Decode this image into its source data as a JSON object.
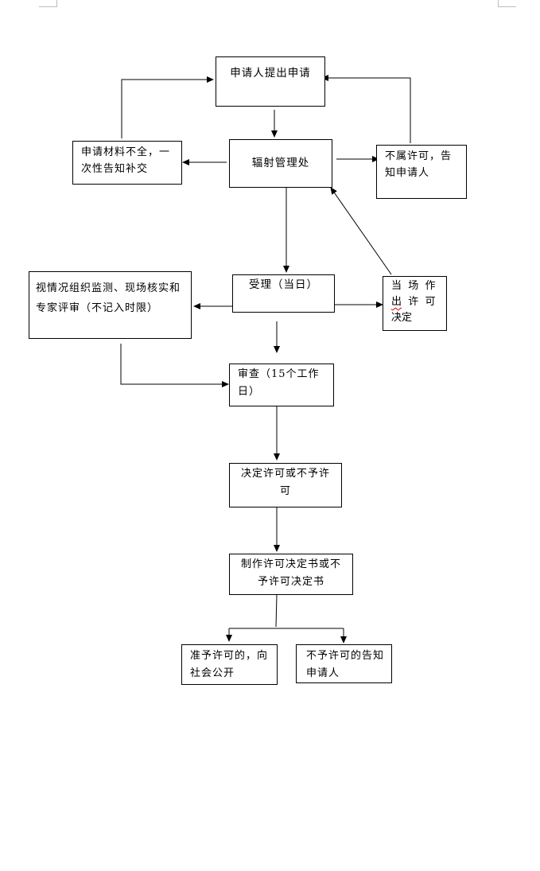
{
  "nodes": {
    "apply": "申请人提出申请",
    "office": "辐射管理处",
    "incomplete": "申请材料不全，一次性告知补交",
    "not_licensable": "不属许可，告知申请人",
    "accept": "受理（当日）",
    "expert_review": "视情况组织监测、现场核实和专家评审（不记入时限）",
    "onsite_line1": "当  场  作",
    "onsite_line2a": "出",
    "onsite_line2b": "许  可",
    "onsite_line3": "决定",
    "review": "审查（15个工作日）",
    "decide": "决定许可或不予许可",
    "document": "制作许可决定书或不予许可决定书",
    "approve": "准予许可的，向社会公开",
    "reject": "不予许可的告知申请人"
  }
}
